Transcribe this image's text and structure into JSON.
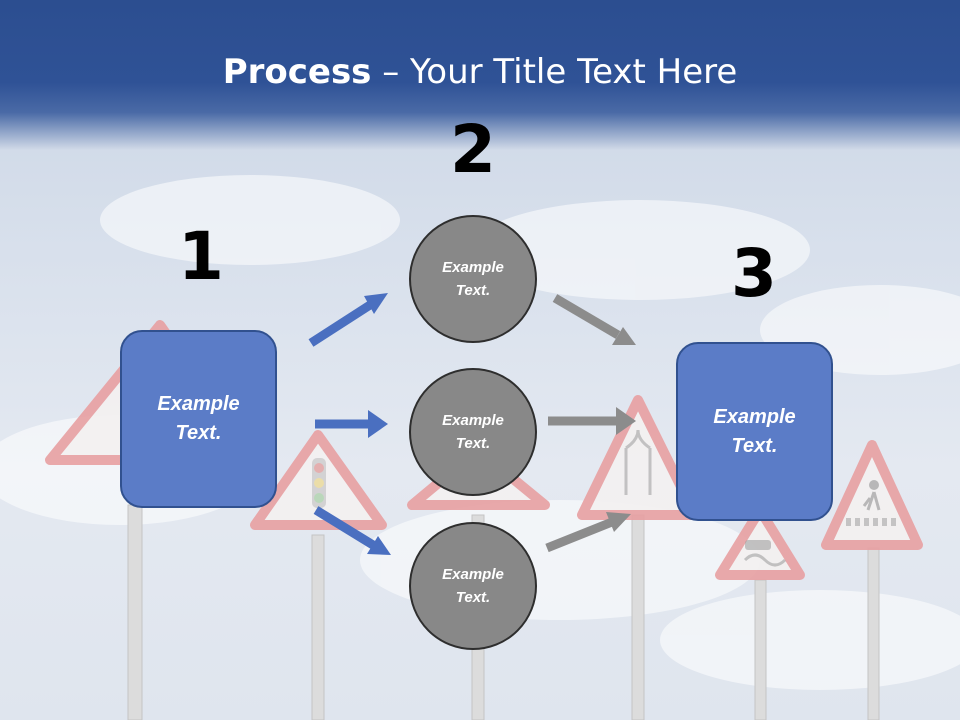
{
  "title": {
    "bold": "Process",
    "rest": " – Your Title Text Here"
  },
  "steps": {
    "one": "1",
    "two": "2",
    "three": "3"
  },
  "boxes": {
    "left": "Example Text.",
    "right": "Example Text."
  },
  "circles": {
    "top": "Example Text.",
    "middle": "Example Text.",
    "bottom": "Example Text."
  },
  "colors": {
    "header": "#2f5296",
    "box_fill": "#5b7cc7",
    "circle_fill": "#888888",
    "blue_arrow": "#4a6fc0",
    "gray_arrow": "#8c8c8c"
  }
}
